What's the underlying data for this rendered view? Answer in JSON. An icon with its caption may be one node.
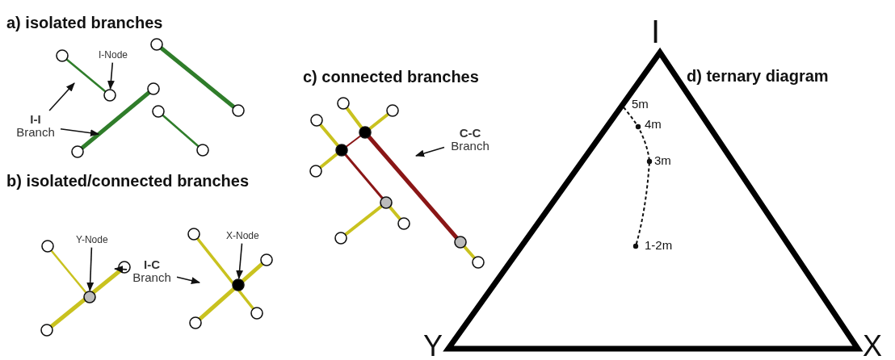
{
  "diagram": {
    "nodes": [
      {
        "text": [
          "I-Node"
        ]
      },
      {
        "text": [
          "**I-I** Branch"
        ]
      },
      {
        "text": [
          "Y-Node"
        ]
      },
      {
        "text": [
          "X-Node"
        ]
      },
      {
        "text": [
          "**I-C** Branch"
        ]
      },
      {
        "text": [
          "**C-C** Branch"
        ]
      },
      {
        "text": [],
        "shape": "circle"
      },
      {
        "text": [],
        "shape": "circle"
      },
      {
        "text": [],
        "shape": "circle"
      }
    ],
    "edges": [
      {
        "from": 0,
        "to": 6,
        "arrow": "to"
      },
      {
        "from": 1,
        "to": null,
        "arrow": "to"
      },
      {
        "from": 1,
        "to": null,
        "arrow": "to"
      },
      {
        "from": 2,
        "to": 7,
        "arrow": "to"
      },
      {
        "from": 3,
        "to": 8,
        "arrow": "to"
      },
      {
        "from": 4,
        "to": null,
        "arrow": "to"
      },
      {
        "from": 4,
        "to": null,
        "arrow": "to"
      },
      {
        "from": 5,
        "to": null,
        "arrow": "to"
      }
    ],
    "labels": [
      "a) isolated branches",
      "b) isolated/connected branches",
      "c) connected branches",
      "I",
      "d) ternary diagram",
      "5m",
      "4m",
      "3m",
      "1-2m",
      "Y",
      "X"
    ]
  }
}
